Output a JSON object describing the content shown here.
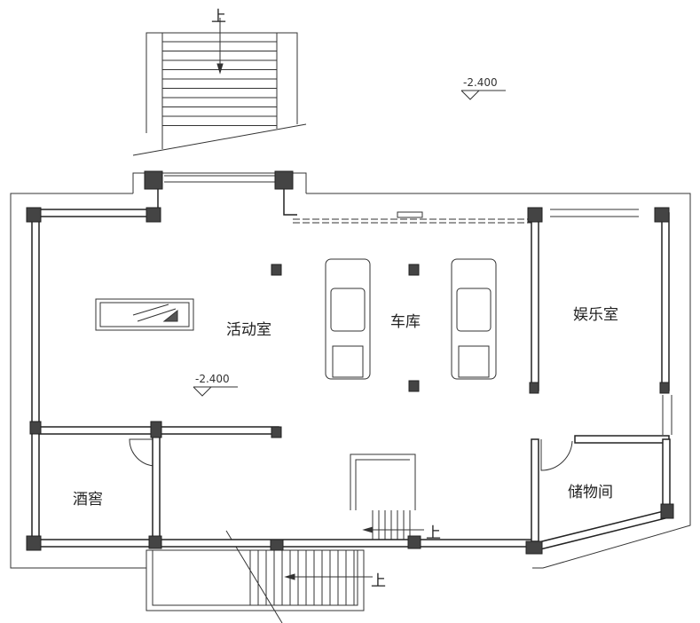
{
  "plan": {
    "rooms": {
      "activity": "活动室",
      "garage": "车库",
      "entertainment": "娱乐室",
      "wine_cellar": "酒窖",
      "storage": "储物间"
    },
    "stairs": {
      "top_up": "上",
      "bottom_up_1": "上",
      "bottom_up_2": "上"
    },
    "elevations": {
      "outdoor": "-2.400",
      "indoor": "-2.400"
    }
  }
}
